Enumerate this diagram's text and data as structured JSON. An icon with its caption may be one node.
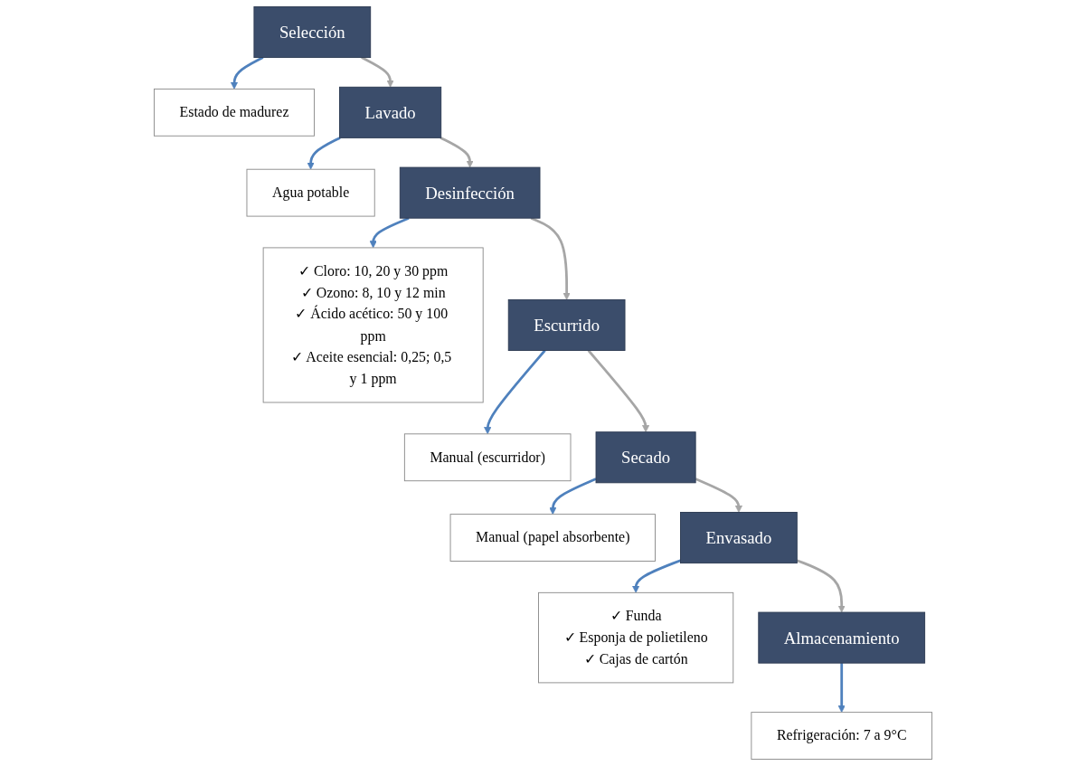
{
  "diagram": {
    "nodes": [
      {
        "text": [
          "Selección"
        ]
      },
      {
        "text": [
          "Estado de madurez"
        ]
      },
      {
        "text": [
          "Agua potable"
        ]
      },
      {
        "text": [
          "Lavado"
        ]
      },
      {
        "text": [
          "Desinfección"
        ]
      },
      {
        "text": [
          "✓ Cloro: 10, 20 y 30 ppm",
          "✓ Ozono: 8, 10 y 12 min",
          "✓ Ácido acético: 50 y 100 ppm",
          "✓ Aceite esencial: 0,25; 0,5 y 1 ppm"
        ]
      },
      {
        "text": [
          "Manual (escurridor)"
        ]
      },
      {
        "text": [
          "Escurrido"
        ]
      },
      {
        "text": [
          "Secado"
        ]
      },
      {
        "text": [
          "Manual (papel absorbente)"
        ]
      },
      {
        "text": [
          "✓ Funda",
          "✓ Esponja de polietileno",
          "✓ Cajas de cartón"
        ]
      },
      {
        "text": [
          "Envasado"
        ]
      },
      {
        "text": [
          "Almacenamiento"
        ]
      },
      {
        "text": [
          "Refrigeración: 7 a 9°C"
        ]
      }
    ],
    "edges": [
      {
        "from": 0,
        "to": 3,
        "arrow": "to",
        "color": "#a6a6a6"
      },
      {
        "from": 3,
        "to": 4,
        "arrow": "to",
        "color": "#a6a6a6"
      },
      {
        "from": 4,
        "to": 7,
        "arrow": "to",
        "color": "#a6a6a6"
      },
      {
        "from": 7,
        "to": 8,
        "arrow": "to",
        "color": "#a6a6a6"
      },
      {
        "from": 8,
        "to": 11,
        "arrow": "to",
        "color": "#a6a6a6"
      },
      {
        "from": 11,
        "to": 12,
        "arrow": "to",
        "color": "#a6a6a6"
      },
      {
        "from": 0,
        "to": 1,
        "arrow": "to"
      },
      {
        "from": 3,
        "to": 2,
        "arrow": "to"
      },
      {
        "from": 4,
        "to": 5,
        "arrow": "to"
      },
      {
        "from": 7,
        "to": 6,
        "arrow": "to"
      },
      {
        "from": 8,
        "to": 9,
        "arrow": "to"
      },
      {
        "from": 11,
        "to": 10,
        "arrow": "to"
      },
      {
        "from": 12,
        "to": 13,
        "arrow": "to"
      }
    ]
  }
}
